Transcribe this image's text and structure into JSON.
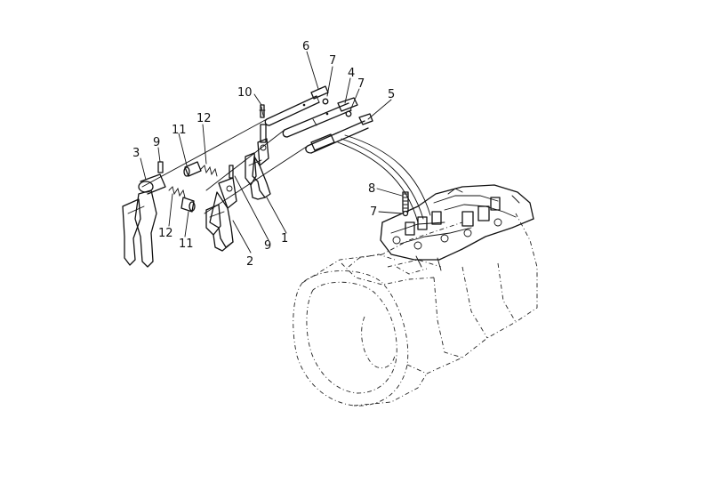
{
  "callouts": [
    {
      "id": "c1",
      "text": "1"
    },
    {
      "id": "c2",
      "text": "2"
    },
    {
      "id": "c3",
      "text": "3"
    },
    {
      "id": "c4",
      "text": "4"
    },
    {
      "id": "c5",
      "text": "5"
    },
    {
      "id": "c6",
      "text": "6"
    },
    {
      "id": "c7a",
      "text": "7"
    },
    {
      "id": "c7b",
      "text": "7"
    },
    {
      "id": "c7c",
      "text": "7"
    },
    {
      "id": "c8",
      "text": "8"
    },
    {
      "id": "c9a",
      "text": "9"
    },
    {
      "id": "c9b",
      "text": "9"
    },
    {
      "id": "c10",
      "text": "10"
    },
    {
      "id": "c11a",
      "text": "11"
    },
    {
      "id": "c11b",
      "text": "11"
    },
    {
      "id": "c12a",
      "text": "12"
    },
    {
      "id": "c12b",
      "text": "12"
    }
  ]
}
